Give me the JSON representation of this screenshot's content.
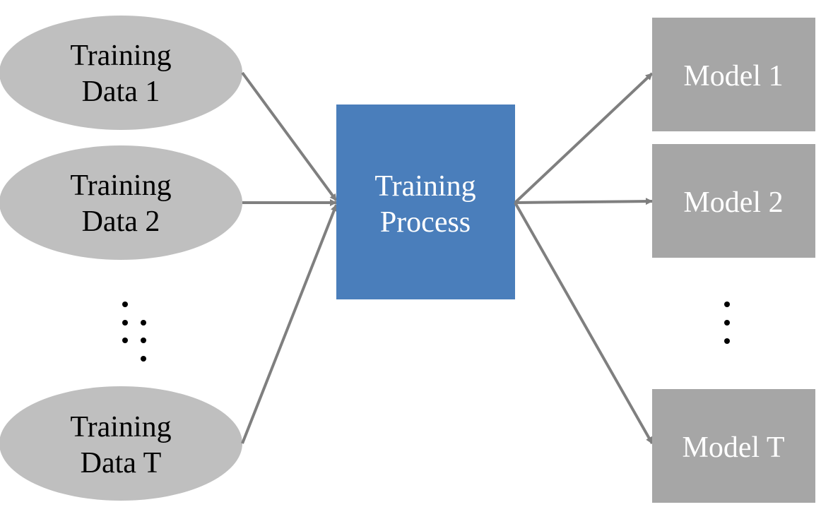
{
  "colors": {
    "ellipse_fill": "#bfbfbf",
    "process_fill": "#4a7ebb",
    "model_fill": "#a6a6a6",
    "arrow": "#7f7f7f",
    "dots": "#000000"
  },
  "inputs": [
    {
      "line1": "Training",
      "line2": "Data 1"
    },
    {
      "line1": "Training",
      "line2": "Data 2"
    },
    {
      "line1": "Training",
      "line2": "Data T"
    }
  ],
  "process": {
    "line1": "Training",
    "line2": "Process"
  },
  "models": [
    {
      "label": "Model 1"
    },
    {
      "label": "Model 2"
    },
    {
      "label": "Model T"
    }
  ]
}
